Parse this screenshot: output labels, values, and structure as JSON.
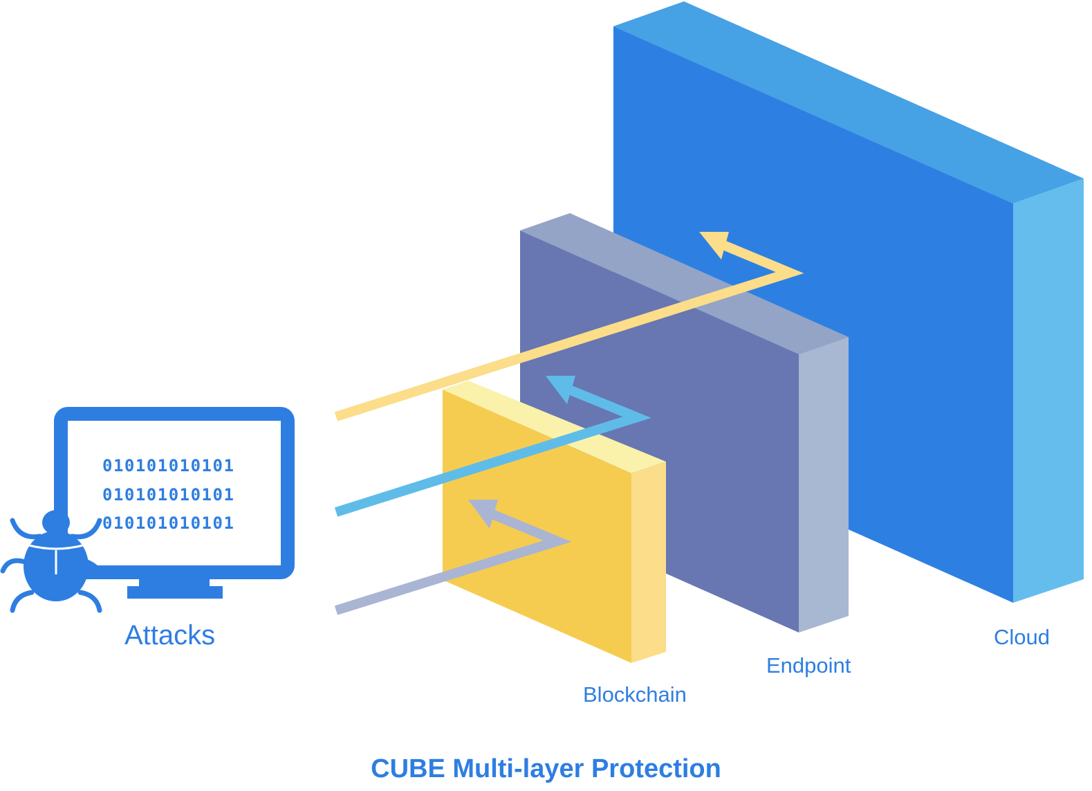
{
  "title": "CUBE Multi-layer Protection",
  "attacks": {
    "label": "Attacks",
    "binary_lines": [
      "010101010101",
      "010101010101",
      "010101010101"
    ]
  },
  "layers": [
    {
      "label": "Blockchain",
      "front_color": "#f6cc50",
      "top_color": "#faf2ab",
      "side_color": "#fbdd8a",
      "arrow_color": "#a9b5d3"
    },
    {
      "label": "Endpoint",
      "front_color": "#6877b1",
      "top_color": "#93a4c7",
      "side_color": "#a8b7d2",
      "arrow_color": "#5fbce9"
    },
    {
      "label": "Cloud",
      "front_color": "#2d80e2",
      "top_color": "#47a1e5",
      "side_color": "#65bdee",
      "arrow_color": "#fbdd8a"
    }
  ],
  "icons": {
    "monitor": "monitor-icon",
    "bug": "bug-icon"
  },
  "colors": {
    "accent": "#2e7ee1"
  }
}
